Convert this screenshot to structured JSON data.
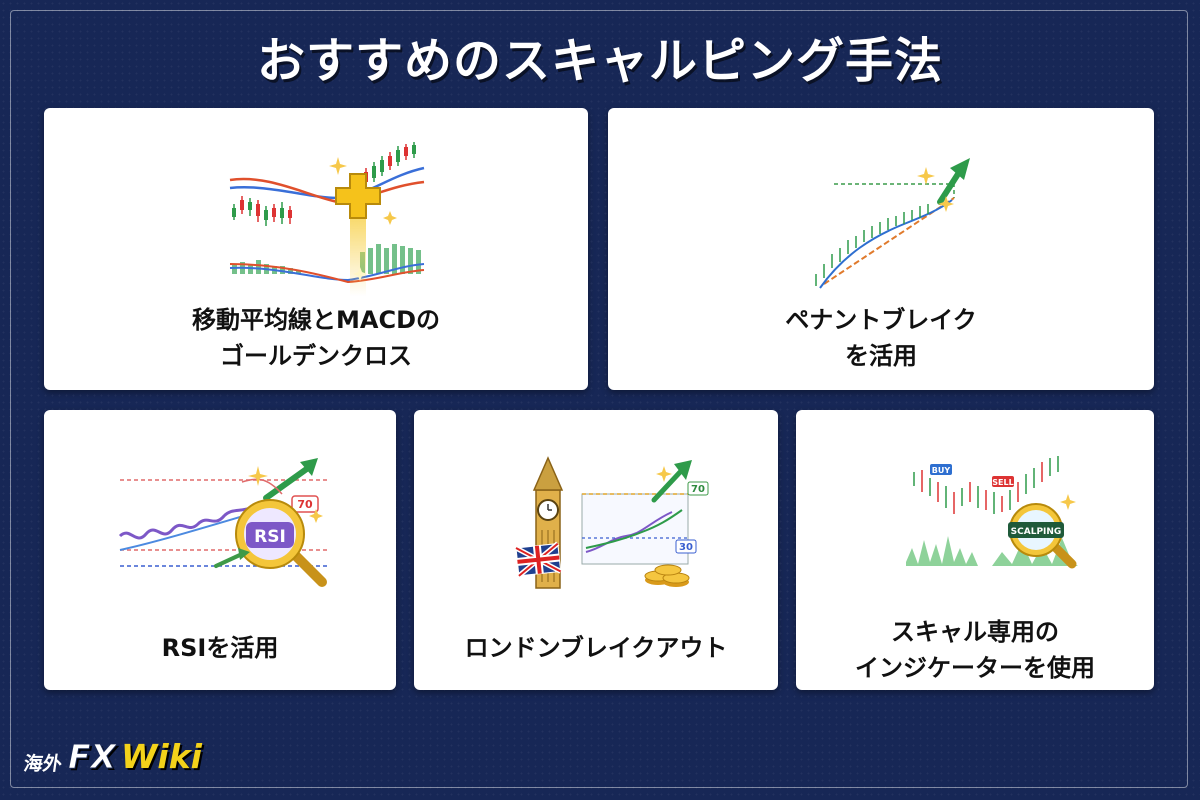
{
  "title": "おすすめのスキャルピング手法",
  "cards": [
    {
      "line1": "移動平均線とMACDの",
      "line2": "ゴールデンクロス"
    },
    {
      "line1": "ペナントブレイク",
      "line2": "を活用"
    },
    {
      "line1": "RSIを活用"
    },
    {
      "line1": "ロンドンブレイクアウト"
    },
    {
      "line1": "スキャル専用の",
      "line2": "インジケーターを使用"
    }
  ],
  "illustrations": {
    "rsi": {
      "badge": "RSI",
      "level": "70"
    },
    "london": {
      "high": "70",
      "low": "30"
    },
    "scalping": {
      "badge": "SCALPING",
      "buy": "BUY",
      "sell": "SELL"
    }
  },
  "logo": {
    "kaigai": "海外",
    "fx": "FX",
    "wiki": "Wiki"
  },
  "colors": {
    "background": "#172756",
    "card": "#ffffff",
    "logo_accent": "#f3d21a"
  }
}
